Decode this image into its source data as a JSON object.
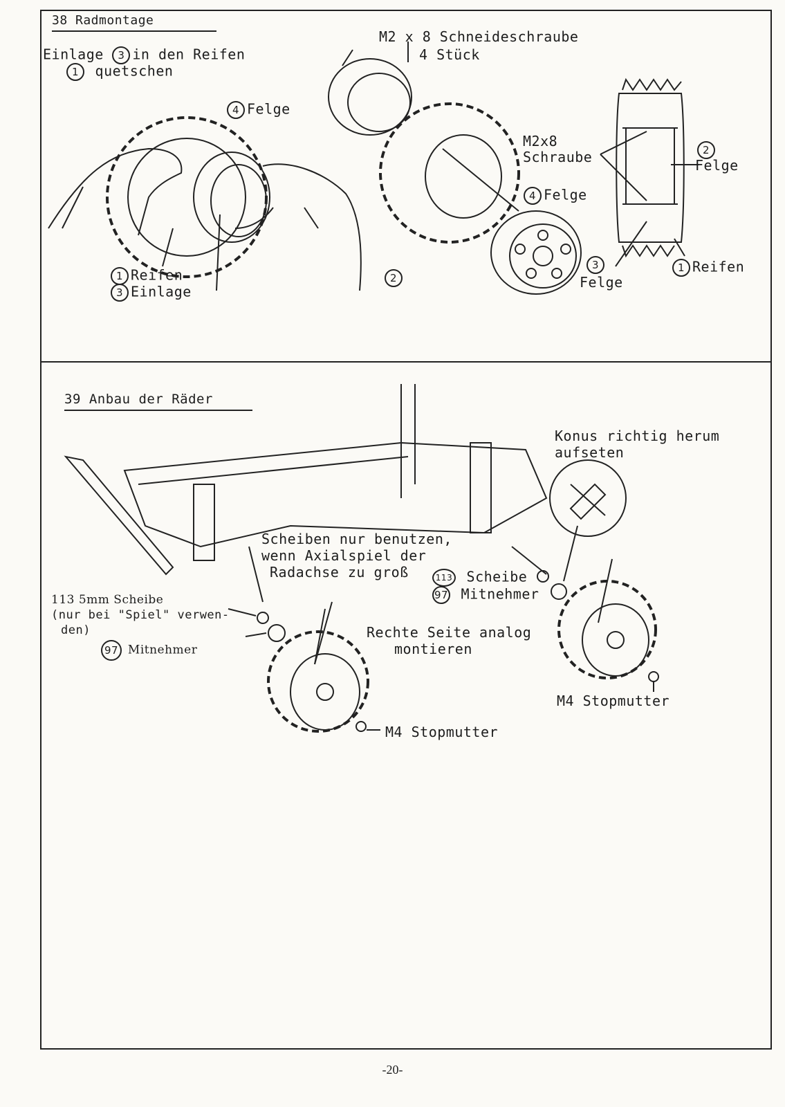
{
  "step38": {
    "heading": "38 Radmontage",
    "instruction": {
      "line1_pre": "Einlage",
      "line1_num": "3",
      "line1_post": "in den Reifen",
      "line2_num": "1",
      "line2_text": "quetschen"
    },
    "rim_label": {
      "num": "4",
      "text": "Felge"
    },
    "tire_label": {
      "num": "1",
      "text": "Reifen"
    },
    "insert_label": {
      "num": "3",
      "text": "Einlage"
    },
    "screw_label_line1": "M2 x 8 Schneideschraube",
    "screw_label_line2": "4 Stück",
    "screw_label2_line1": "M2x8",
    "screw_label2_line2": "Schraube",
    "rim4_label": {
      "num": "4",
      "text": "Felge"
    },
    "tire_num": "2",
    "rim3_label": {
      "num": "3",
      "text": "Felge"
    },
    "rim2_label": {
      "num": "2",
      "text": "Felge"
    },
    "reifen1_label": {
      "num": "1",
      "text": "Reifen"
    }
  },
  "step39": {
    "heading": "39 Anbau der Räder",
    "cone_note_line1": "Konus richtig herum",
    "cone_note_line2": "aufseten",
    "washer_note_line1": "Scheiben nur benutzen,",
    "washer_note_line2": "wenn Axialspiel der",
    "washer_note_line3": "Radachse zu groß",
    "right_washer": {
      "num": "113",
      "text": "Scheibe"
    },
    "right_driver": {
      "num": "97",
      "text": "Mitnehmer"
    },
    "left_washer_line1": "113 5mm Scheibe",
    "left_washer_line2": "(nur bei \"Spiel\" verwen-",
    "left_washer_line3": "den)",
    "left_driver": {
      "num": "97",
      "text": "Mitnehmer"
    },
    "right_side_line1": "Rechte Seite analog",
    "right_side_line2": "montieren",
    "nut_right": "M4 Stopmutter",
    "nut_left": "M4 Stopmutter"
  },
  "page_number": "-20-"
}
